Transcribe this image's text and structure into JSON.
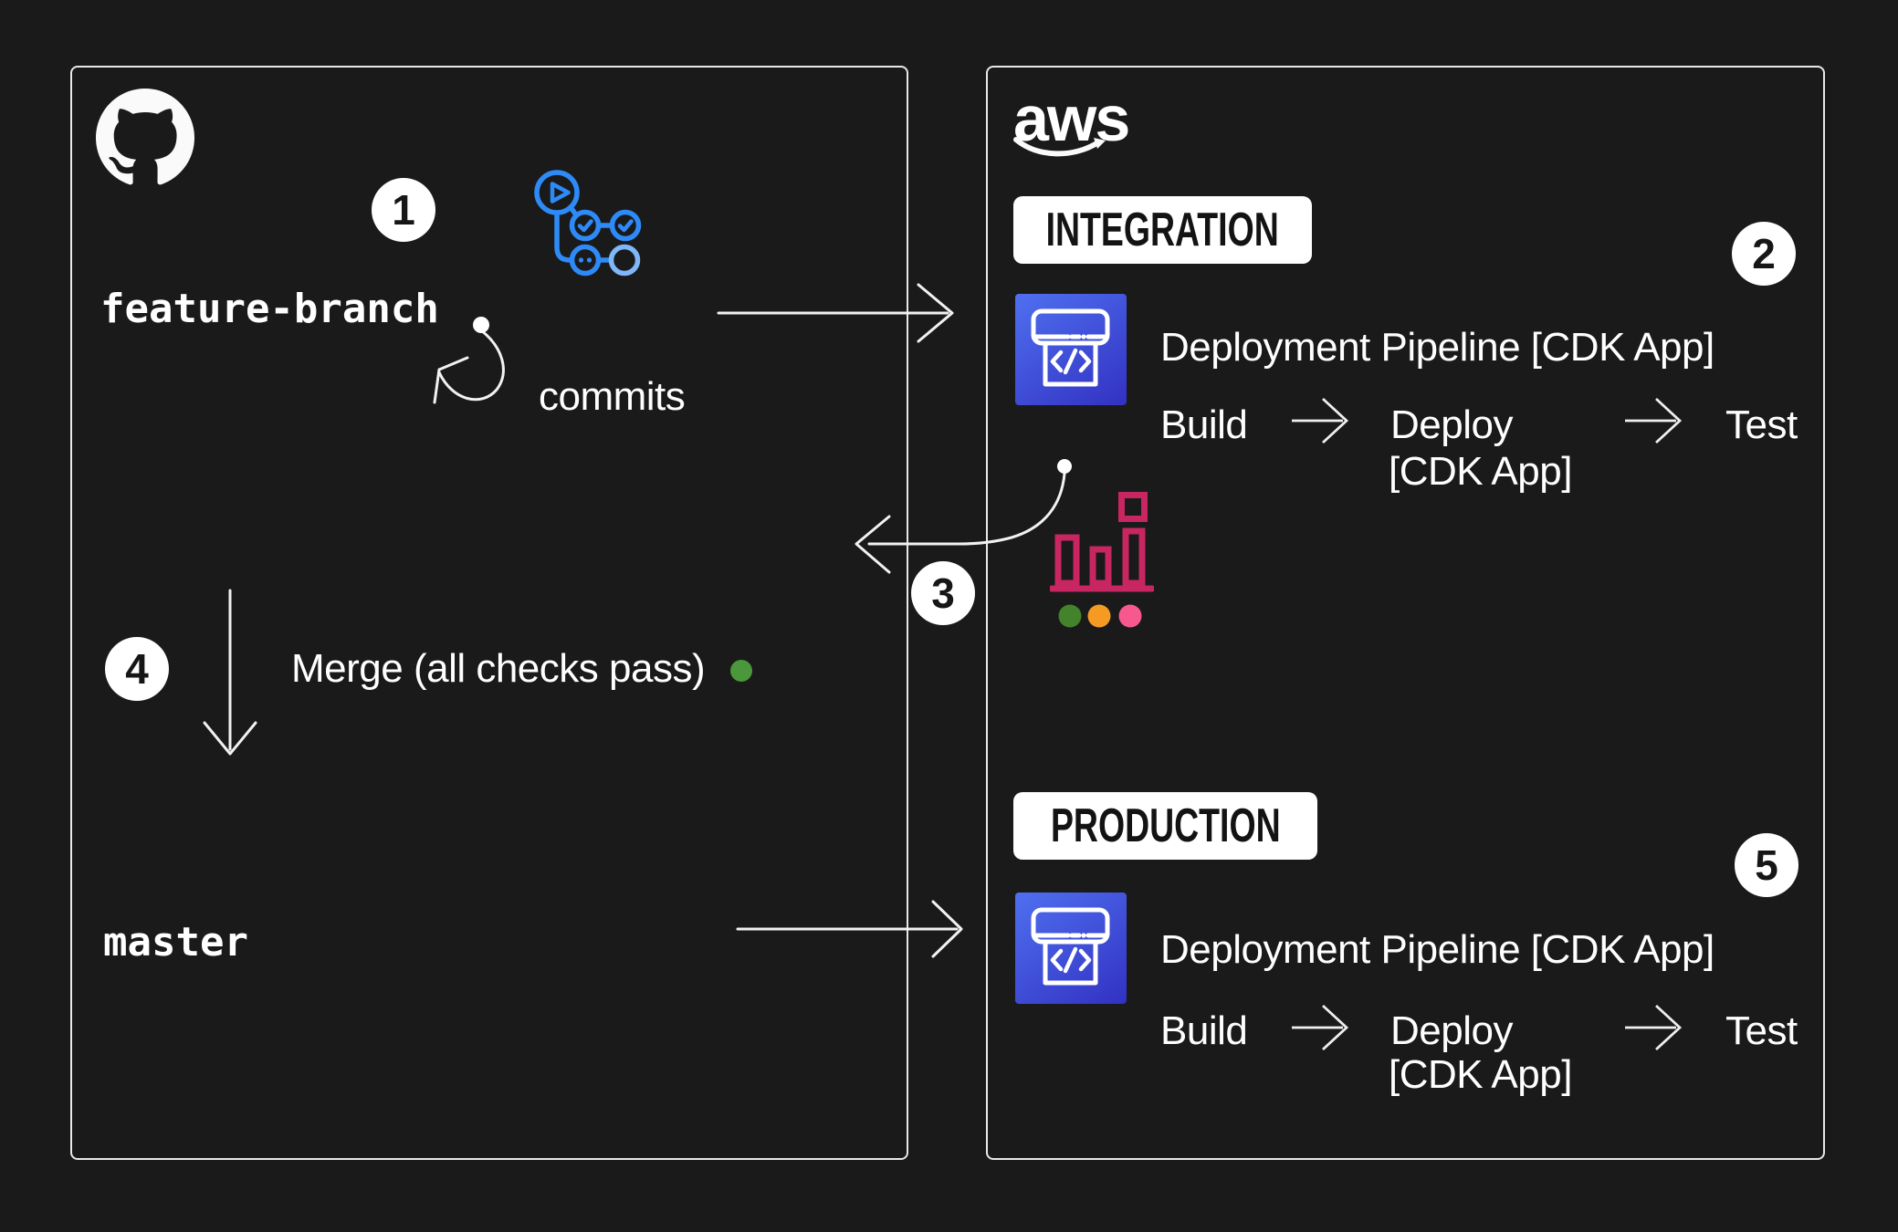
{
  "colors": {
    "background": "#1A1A1A",
    "line": "#F2F2F2",
    "text": "#FFFFFF",
    "actions_blue": "#2E8AF7",
    "actions_light_blue": "#7FB7F8",
    "pipeline_gradient_start": "#4F70F0",
    "pipeline_gradient_end": "#3231C2",
    "chart_pink": "#C72660",
    "chart_dot_green": "#43832B",
    "chart_dot_orange": "#F59B23",
    "chart_dot_pink": "#F7598F",
    "merge_dot_green": "#4B973B"
  },
  "github": {
    "logo_icon": "github-octocat-icon",
    "workflow_icon": "github-actions-workflow-icon",
    "feature_branch": "feature-branch",
    "commits_label": "commits",
    "merge_label": "Merge (all checks pass)",
    "master_branch": "master"
  },
  "aws": {
    "logo_text": "aws",
    "pipeline_icon": "codepipeline-icon",
    "chart_icon": "test-report-chart-icon",
    "integration": {
      "env_label": "INTEGRATION",
      "badge": "2",
      "pipeline_title": "Deployment Pipeline [CDK App]",
      "stage_build": "Build",
      "stage_deploy": "Deploy",
      "stage_deploy_note": "[CDK App]",
      "stage_test": "Test"
    },
    "production": {
      "env_label": "PRODUCTION",
      "badge": "5",
      "pipeline_title": "Deployment Pipeline [CDK App]",
      "stage_build": "Build",
      "stage_deploy": "Deploy",
      "stage_deploy_note": "[CDK App]",
      "stage_test": "Test"
    }
  },
  "steps": {
    "s1": "1",
    "s3": "3",
    "s4": "4"
  }
}
